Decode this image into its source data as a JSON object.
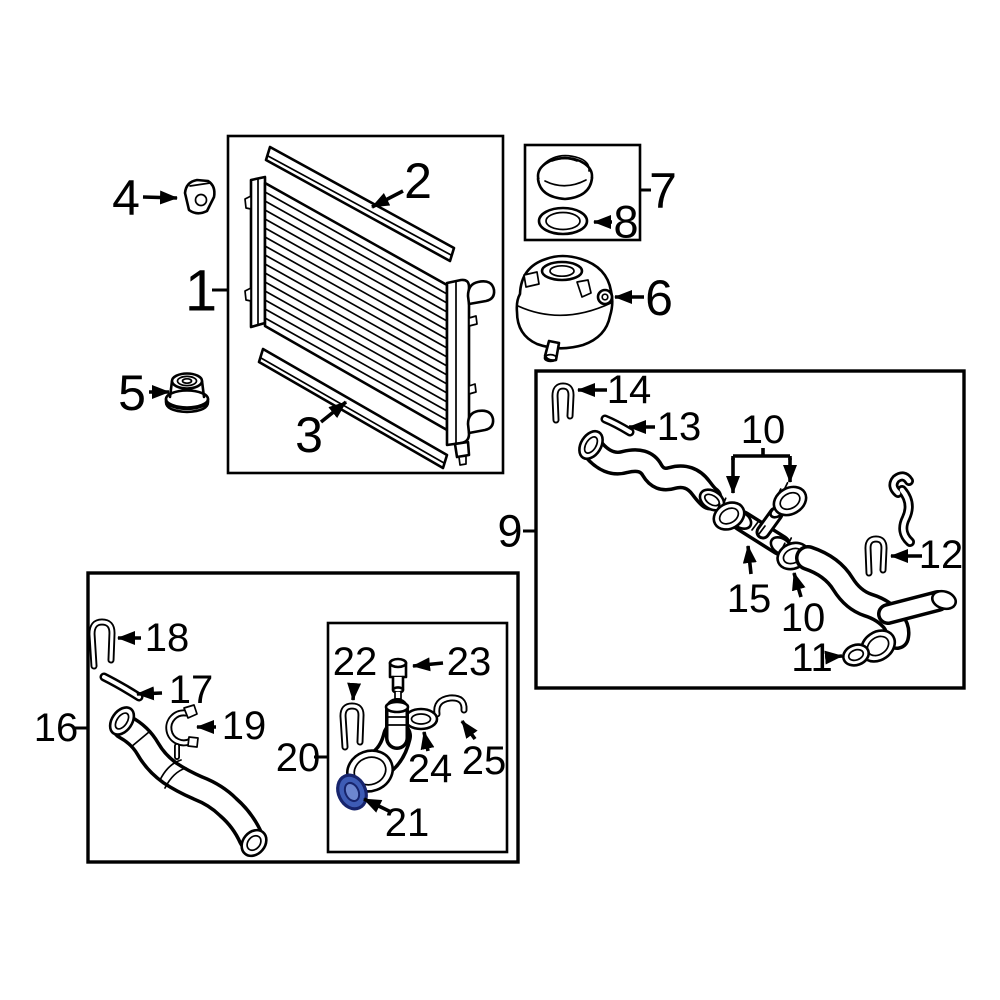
{
  "diagram": {
    "type": "exploded-parts-diagram",
    "subject": "Radiator, coolant reservoir and radiator hose assemblies",
    "background": "#ffffff",
    "line_color": "#000000",
    "highlight": {
      "part": "21",
      "fill": "#3e5cb5",
      "stroke": "#17246c",
      "inner_fill": "#6d86cf"
    },
    "callouts": {
      "c1": "1",
      "c2": "2",
      "c3": "3",
      "c4": "4",
      "c5": "5",
      "c6": "6",
      "c7": "7",
      "c8": "8",
      "c9": "9",
      "c10": "10",
      "c10b": "10",
      "c11": "11",
      "c12": "12",
      "c13": "13",
      "c14": "14",
      "c15": "15",
      "c16": "16",
      "c17": "17",
      "c18": "18",
      "c19": "19",
      "c20": "20",
      "c21": "21",
      "c22": "22",
      "c23": "23",
      "c24": "24",
      "c25": "25"
    }
  }
}
